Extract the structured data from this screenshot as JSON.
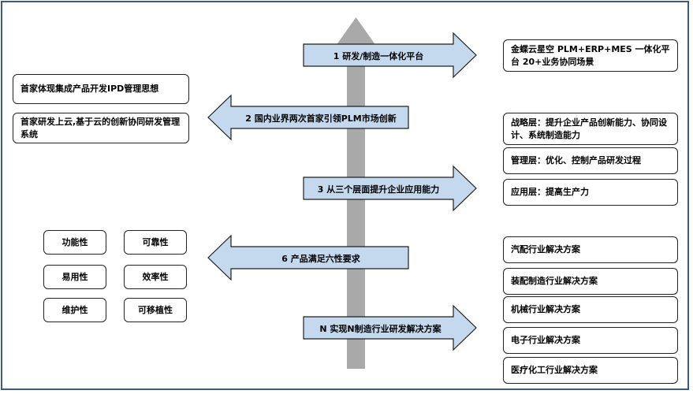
{
  "arrows": [
    {
      "label": "1 研发/制造一体化平台"
    },
    {
      "label": "2 国内业界两次首家引领PLM市场创新"
    },
    {
      "label": "3 从三个层面提升企业应用能力"
    },
    {
      "label": "6 产品满足六性要求"
    },
    {
      "label": "N 实现N制造行业研发解决方案"
    }
  ],
  "left_boxes": [
    "首家体现集成产品开发IPD管理思想",
    "首家研发上云,基于云的创新协同研发管理系统"
  ],
  "six_properties": [
    "功能性",
    "可靠性",
    "易用性",
    "效率性",
    "维护性",
    "可移植性"
  ],
  "right_boxes": {
    "platform": "金蝶云星空 PLM+ERP+MES 一体化平台 20+业务协同场景",
    "levels": [
      "战略层：提升企业产品创新能力、协同设计、系统制造能力",
      "管理层：优化、控制产品研发过程",
      "应用层：提高生产力"
    ],
    "industries": [
      "汽配行业解决方案",
      "装配制造行业解决方案",
      "机械行业解决方案",
      "电子行业解决方案",
      "医疗化工行业解决方案"
    ]
  },
  "colors": {
    "arrow_fill": "#c5d9ee",
    "arrow_stroke": "#1f1f1f",
    "spine": "#a9a9a9",
    "frame": "#3b5a86"
  }
}
